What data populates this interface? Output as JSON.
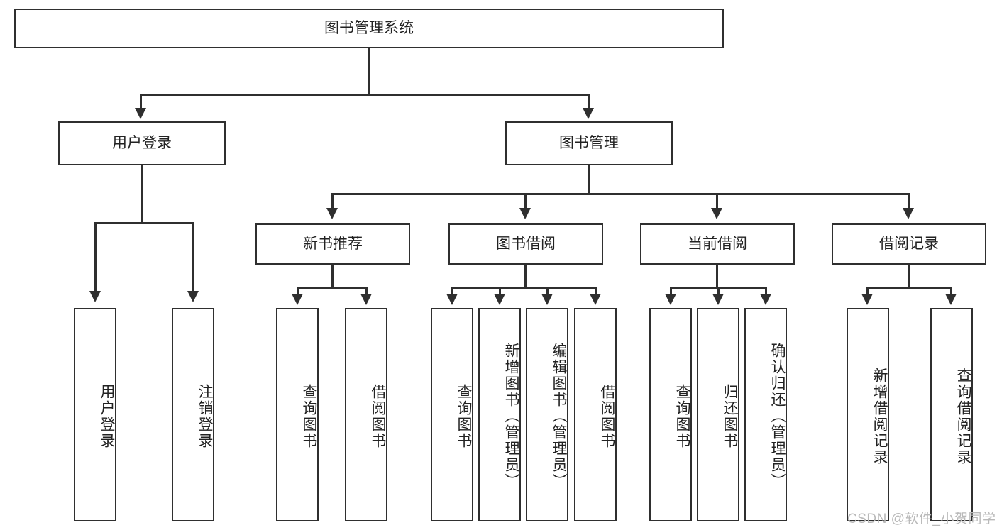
{
  "diagram": {
    "type": "tree",
    "title": "图书管理系统",
    "root": {
      "label": "图书管理系统"
    },
    "level1": [
      {
        "label": "用户登录"
      },
      {
        "label": "图书管理"
      }
    ],
    "level2": [
      {
        "label": "新书推荐"
      },
      {
        "label": "图书借阅"
      },
      {
        "label": "当前借阅"
      },
      {
        "label": "借阅记录"
      }
    ],
    "leaves": {
      "user_login": [
        {
          "label": "用户登录"
        },
        {
          "label": "注销登录"
        }
      ],
      "new_book_recommend": [
        {
          "label": "查询图书"
        },
        {
          "label": "借阅图书"
        }
      ],
      "book_borrow": [
        {
          "label": "查询图书"
        },
        {
          "label": "新增图书（管理员）"
        },
        {
          "label": "编辑图书（管理员）"
        },
        {
          "label": "借阅图书"
        }
      ],
      "current_borrow": [
        {
          "label": "查询图书"
        },
        {
          "label": "归还图书"
        },
        {
          "label": "确认归还（管理员）"
        }
      ],
      "borrow_record": [
        {
          "label": "新增借阅记录"
        },
        {
          "label": "查询借阅记录"
        }
      ]
    },
    "watermark": "CSDN @软件_小贺同学",
    "colors": {
      "stroke": "#2f2f2f",
      "fill": "#ffffff",
      "text": "#222222",
      "watermark": "#b9b9b9"
    }
  }
}
